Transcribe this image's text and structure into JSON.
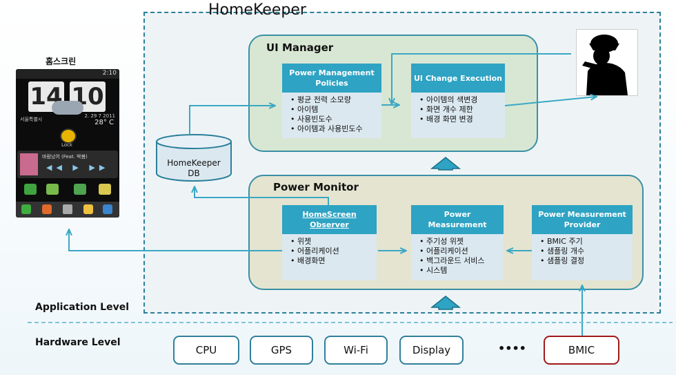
{
  "homekeeper": {
    "title": "HomeKeeper"
  },
  "phone": {
    "caption": "홈스크린",
    "hour": "14",
    "minute": "10",
    "status_time": "2:10",
    "city": "서울특별시",
    "date": "2. 29 7 2011",
    "temperature": "28° C",
    "lock_label": "Lock",
    "music_title": "바람났어 (Feat. 박봄)"
  },
  "ui_manager": {
    "title": "UI Manager",
    "policies": {
      "title": "Power Management Policies",
      "items": [
        "평균 전력 소모량",
        "아이템",
        "사용빈도수",
        "아이템과 사용빈도수"
      ]
    },
    "execution": {
      "title": "UI Change Execution",
      "items": [
        "아이템의 색변경",
        "화면 개수 제한",
        "배경 화면 변경"
      ]
    }
  },
  "db": {
    "line1": "HomeKeeper",
    "line2": "DB"
  },
  "power_monitor": {
    "title": "Power Monitor",
    "observer": {
      "title": "HomeScreen Observer",
      "items": [
        "위젯",
        "어플리케이션",
        "배경화면"
      ]
    },
    "measurement": {
      "title": "Power Measurement",
      "items": [
        "주기성 위젯",
        "어플리케이션",
        "백그라운드 서비스",
        "시스템"
      ]
    },
    "provider": {
      "title": "Power Measurement Provider",
      "items": [
        "BMIC 주기",
        "샘플링 개수",
        "샘플링 결정"
      ]
    }
  },
  "levels": {
    "application": "Application Level",
    "hardware": "Hardware Level"
  },
  "hardware": {
    "cpu": "CPU",
    "gps": "GPS",
    "wifi": "Wi-Fi",
    "display": "Display",
    "ellipsis": "••••",
    "bmic": "BMIC"
  },
  "colors": {
    "accent": "#2ea3c3",
    "frame": "#2a7f9a",
    "bmic_border": "#a01818",
    "arrow": "#3aa7c4"
  }
}
